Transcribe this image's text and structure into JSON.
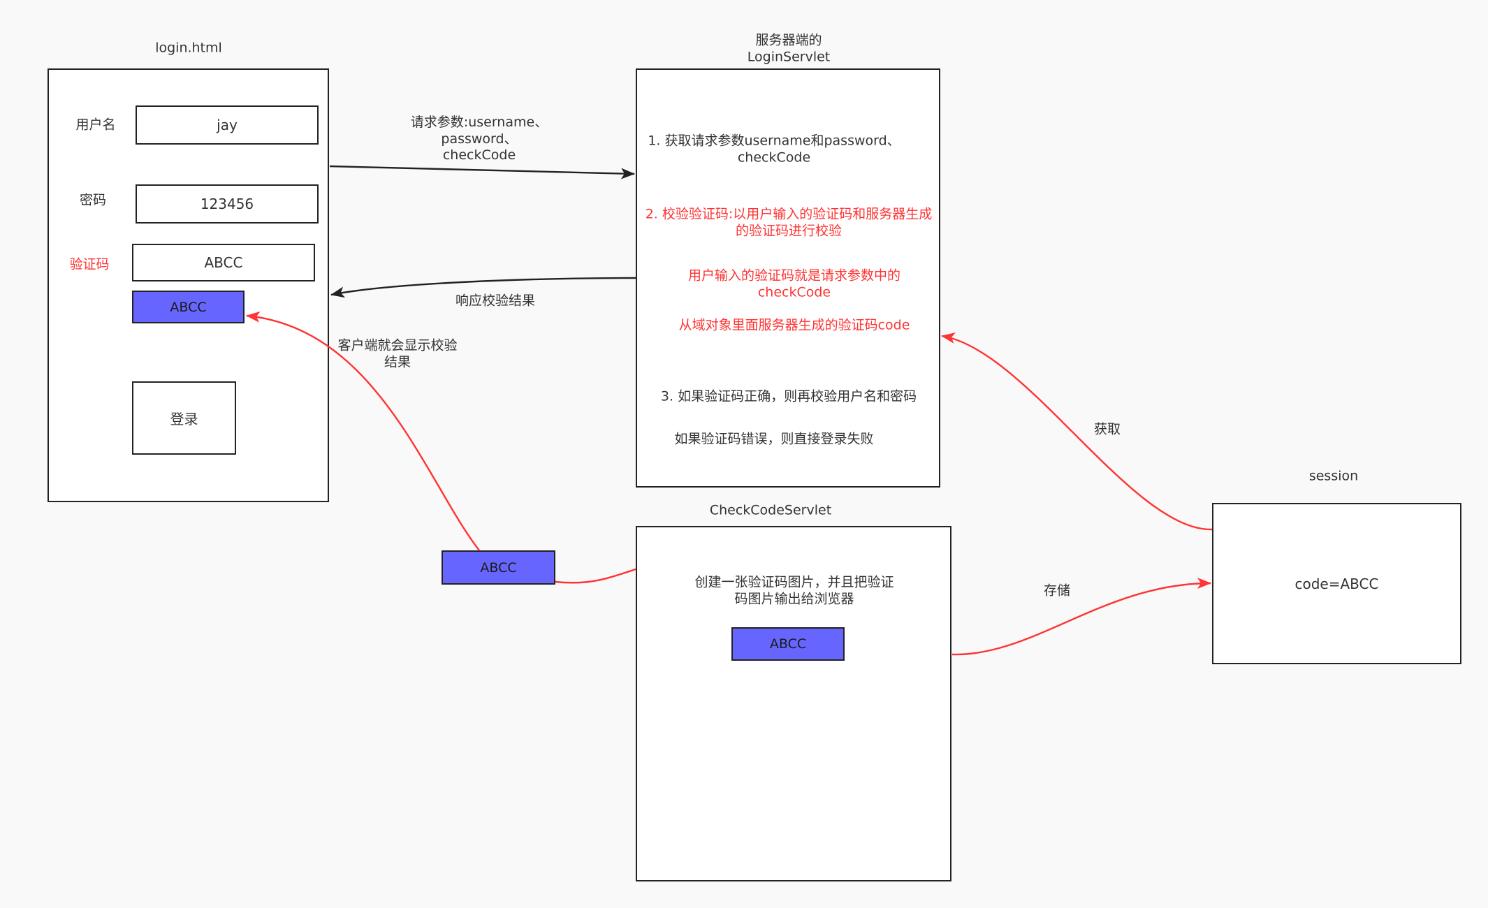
{
  "login_page": {
    "title": "login.html",
    "username_label": "用户名",
    "username_value": "jay",
    "password_label": "密码",
    "password_value": "123456",
    "captcha_label": "验证码",
    "captcha_value": "ABCC",
    "captcha_image": "ABCC",
    "login_button": "登录"
  },
  "login_servlet": {
    "title": [
      "服务器端的",
      "LoginServlet"
    ],
    "step1": [
      "1. 获取请求参数username和password、",
      "checkCode"
    ],
    "step2": [
      "2. 校验验证码:以用户输入的验证码和服务器生成",
      "的验证码进行校验"
    ],
    "user_code_note": [
      "用户输入的验证码就是请求参数中的",
      "checkCode"
    ],
    "server_code_note": "从域对象里面服务器生成的验证码code",
    "step3_success": "3. 如果验证码正确，则再校验用户名和密码",
    "step3_failure": "如果验证码错误，则直接登录失败"
  },
  "captcha_in_transit": "ABCC",
  "checkcode_servlet": {
    "title": "CheckCodeServlet",
    "description": [
      "创建一张验证码图片，并且把验证",
      "码图片输出给浏览器"
    ],
    "captcha_image": "ABCC"
  },
  "session": {
    "title": "session",
    "content": "code=ABCC"
  },
  "edges": {
    "request": [
      "请求参数:username、",
      "password、",
      "checkCode"
    ],
    "response": "响应校验结果",
    "display": [
      "客户端就会显示校验",
      "结果"
    ],
    "store": "存储",
    "fetch": "获取"
  },
  "colors": {
    "background": "#F9F9F9",
    "border": "#222222",
    "text": "#333333",
    "highlight": "#FF3333",
    "captcha_fill": "#6666FF"
  }
}
